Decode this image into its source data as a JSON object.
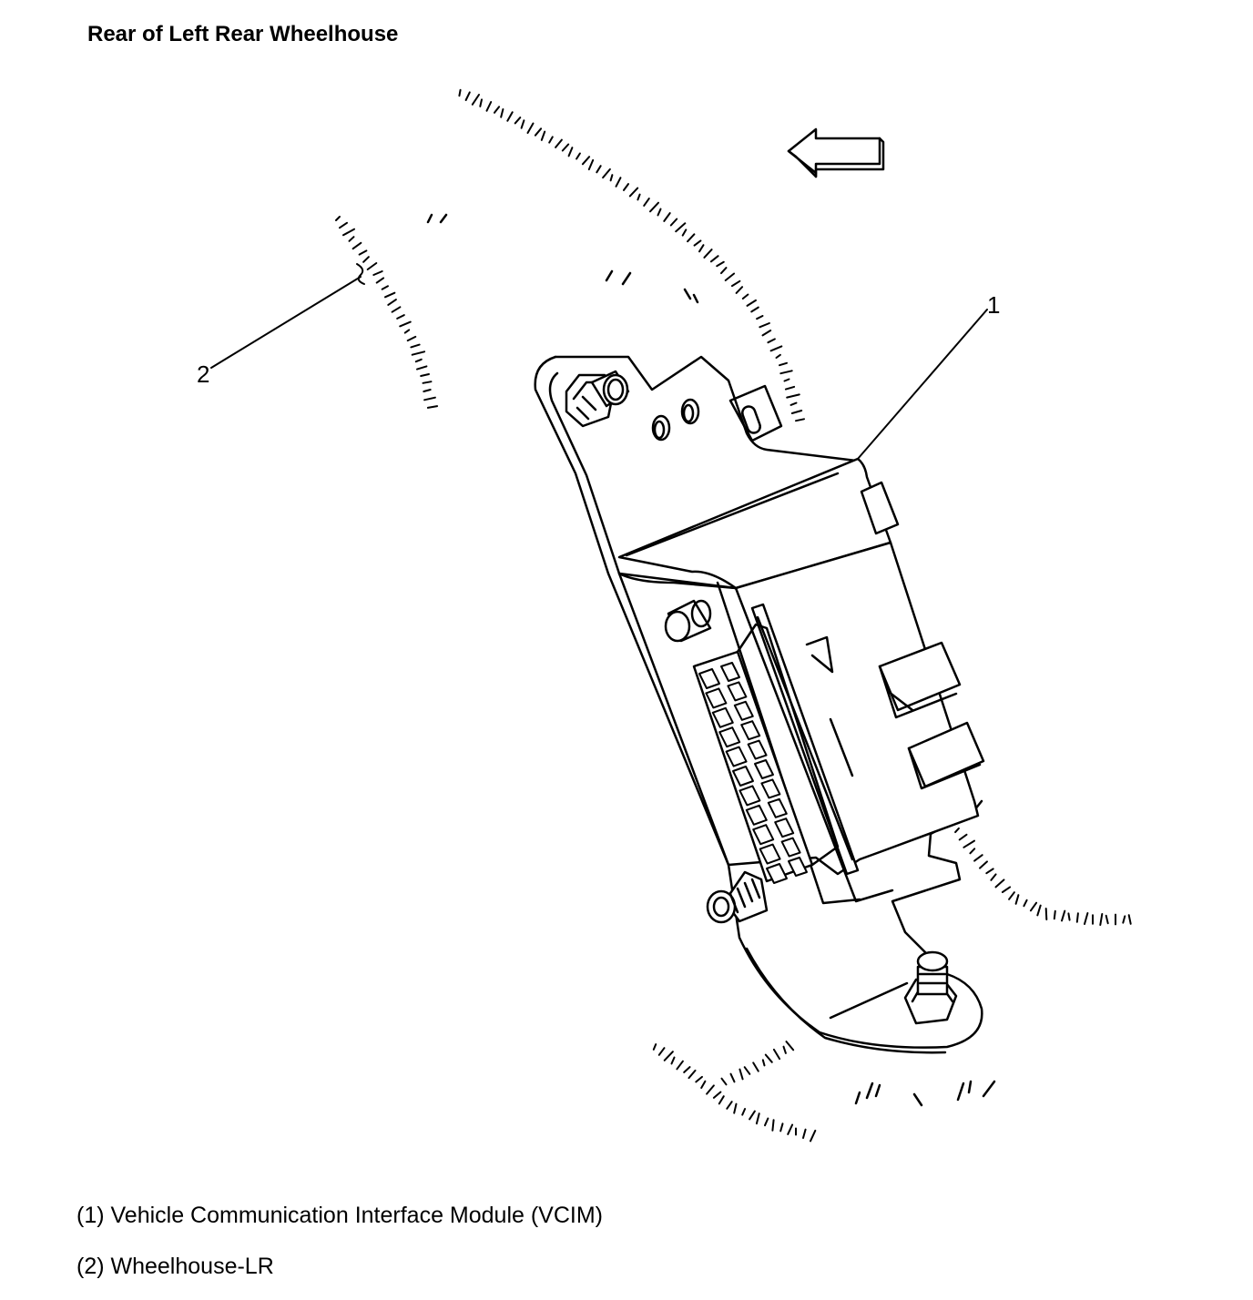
{
  "title": "Rear of Left Rear Wheelhouse",
  "callouts": [
    {
      "number": "1",
      "target": "vcim-module"
    },
    {
      "number": "2",
      "target": "wheelhouse-lr"
    }
  ],
  "legend": [
    {
      "text": "(1) Vehicle Communication Interface Module (VCIM)"
    },
    {
      "text": "(2) Wheelhouse-LR"
    }
  ],
  "icons": {
    "direction": "arrow-left-icon",
    "nuts": "hex-nut-icon",
    "connectors": "connector-icon"
  },
  "colors": {
    "line": "#000000",
    "background": "#ffffff"
  }
}
